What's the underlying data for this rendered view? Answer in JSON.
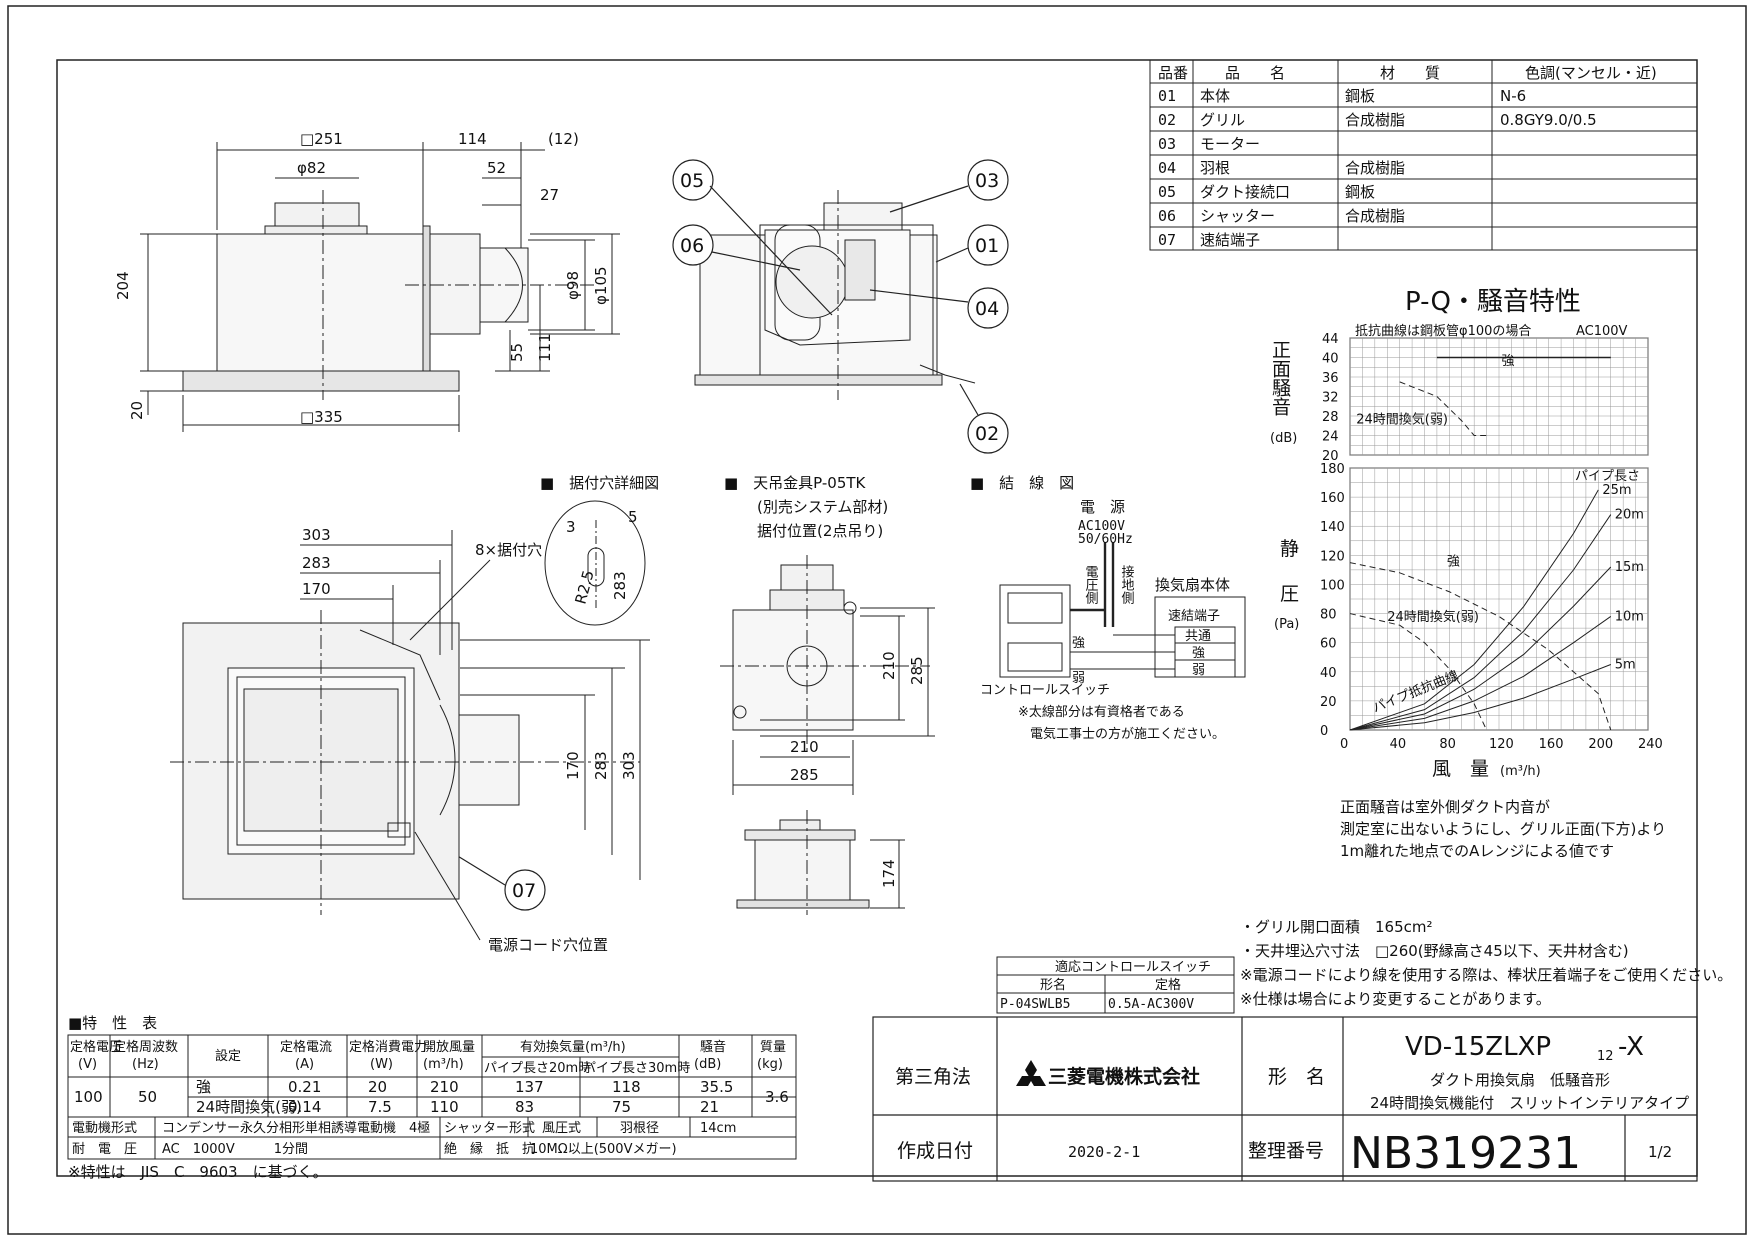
{
  "parts_table": {
    "headers": [
      "品番",
      "品　　名",
      "材　　質",
      "色調(マンセル・近)"
    ],
    "rows": [
      [
        "01",
        "本体",
        "鋼板",
        "N-6"
      ],
      [
        "02",
        "グリル",
        "合成樹脂",
        "0.8GY9.0/0.5"
      ],
      [
        "03",
        "モーター",
        "",
        ""
      ],
      [
        "04",
        "羽根",
        "合成樹脂",
        ""
      ],
      [
        "05",
        "ダクト接続口",
        "鋼板",
        ""
      ],
      [
        "06",
        "シャッター",
        "合成樹脂",
        ""
      ],
      [
        "07",
        "速結端子",
        "",
        ""
      ]
    ]
  },
  "front_view": {
    "dim_251": "□251",
    "dim_114": "114",
    "dim_12": "(12)",
    "dim_phi82": "φ82",
    "dim_52": "52",
    "dim_27": "27",
    "dim_204": "204",
    "dim_phi98": "φ98",
    "dim_phi105": "φ105",
    "dim_55": "55",
    "dim_111": "111",
    "dim_20": "20",
    "dim_335": "□335"
  },
  "callouts": [
    "05",
    "03",
    "06",
    "01",
    "04",
    "02",
    "07"
  ],
  "section_titles": {
    "hole_detail": "■　据付穴詳細図",
    "hanger": "■　天吊金具P-05TK",
    "hanger_sub1": "(別売システム部材)",
    "hanger_sub2": "据付位置(2点吊り)",
    "wiring": "■　結　線　図"
  },
  "bottom_view": {
    "dim_303": "303",
    "dim_283": "283",
    "dim_170": "170",
    "holes": "8×据付穴",
    "cord": "電源コード穴位置",
    "dim_r": "R2.5",
    "dim_3": "3",
    "dim_5": "5"
  },
  "hanger_view": {
    "dim_210": "210",
    "dim_285": "285",
    "dim_174": "174"
  },
  "wiring": {
    "power": "電　源",
    "voltage": "AC100V\n50/60Hz",
    "v1": "AC100V",
    "v2": "50/60Hz",
    "live": "電圧側",
    "ground": "接地側",
    "unit": "換気扇本体",
    "terminal": "速結端子",
    "t1": "共通",
    "t2": "強",
    "t3": "弱",
    "switch": "コントロールスイッチ",
    "strong": "強",
    "weak": "弱",
    "note1": "※太線部分は有資格者である",
    "note2": "電気工事士の方が施工ください。"
  },
  "pq_chart": {
    "title": "P-Q・騒音特性",
    "note": "抵抗曲線は鋼板管φ100の場合",
    "power": "AC100V",
    "noise_label": "正面騒音",
    "noise_unit": "(dB)",
    "static_label_1": "静",
    "static_label_2": "圧",
    "static_unit": "(Pa)",
    "x_label": "風　量",
    "x_unit": "(m³/h)",
    "pipe_length": "パイプ長さ",
    "resist_label": "パイプ抵抗曲線",
    "strong": "強",
    "h24": "24時間換気(弱)"
  },
  "chart_data": [
    {
      "type": "line",
      "title": "",
      "xlabel": "",
      "ylabel": "正面騒音 (dB)",
      "xlim": [
        0,
        240
      ],
      "ylim": [
        20,
        44
      ],
      "y_ticks": [
        20,
        24,
        28,
        32,
        36,
        40,
        44
      ],
      "series": [
        {
          "name": "強",
          "x": [
            70,
            120,
            160,
            200,
            210
          ],
          "y": [
            40,
            40,
            40,
            40,
            40
          ]
        },
        {
          "name": "24時間換気(弱)",
          "x": [
            40,
            70,
            90,
            100,
            110
          ],
          "y": [
            35,
            32,
            27,
            24,
            24
          ]
        }
      ]
    },
    {
      "type": "line",
      "title": "",
      "xlabel": "風量 (m³/h)",
      "ylabel": "静圧 (Pa)",
      "xlim": [
        0,
        240
      ],
      "ylim": [
        0,
        180
      ],
      "x_ticks": [
        0,
        40,
        80,
        120,
        160,
        200,
        240
      ],
      "y_ticks": [
        0,
        20,
        40,
        60,
        80,
        100,
        120,
        140,
        160,
        180
      ],
      "series": [
        {
          "name": "強",
          "x": [
            0,
            40,
            80,
            120,
            160,
            200,
            210
          ],
          "y": [
            115,
            108,
            95,
            78,
            55,
            25,
            0
          ]
        },
        {
          "name": "24時間換気(弱)",
          "x": [
            0,
            40,
            60,
            80,
            100,
            110
          ],
          "y": [
            80,
            72,
            60,
            42,
            18,
            0
          ]
        },
        {
          "name": "25m",
          "x": [
            0,
            60,
            100,
            140,
            180,
            200
          ],
          "y": [
            0,
            18,
            45,
            85,
            135,
            165
          ]
        },
        {
          "name": "20m",
          "x": [
            0,
            60,
            100,
            140,
            180,
            210
          ],
          "y": [
            0,
            14,
            36,
            68,
            110,
            148
          ]
        },
        {
          "name": "15m",
          "x": [
            0,
            60,
            100,
            140,
            180,
            210
          ],
          "y": [
            0,
            11,
            28,
            52,
            85,
            112
          ]
        },
        {
          "name": "10m",
          "x": [
            0,
            60,
            100,
            140,
            180,
            210
          ],
          "y": [
            0,
            8,
            20,
            37,
            60,
            78
          ]
        },
        {
          "name": "5m",
          "x": [
            0,
            60,
            100,
            140,
            180,
            210
          ],
          "y": [
            0,
            5,
            12,
            22,
            35,
            45
          ]
        }
      ]
    }
  ],
  "noise_note": [
    "正面騒音は室外側ダクト内音が",
    "測定室に出ないようにし、グリル正面(下方)より",
    "1m離れた地点でのAレンジによる値です"
  ],
  "spec_notes": [
    "・グリル開口面積　165cm²",
    "・天井埋込穴寸法　□260(野縁高さ45以下、天井材含む)",
    "※電源コードにより線を使用する際は、棒状圧着端子をご使用ください。",
    "※仕様は場合により変更することがあります。"
  ],
  "switch_table": {
    "title": "適応コントロールスイッチ",
    "h1": "形名",
    "h2": "定格",
    "v1": "P-04SWLB5",
    "v2": "0.5A-AC300V"
  },
  "char_table": {
    "title": "■特　性　表",
    "headers": [
      "定格電圧\n(V)",
      "定格周波数\n(Hz)",
      "設定",
      "定格電流\n(A)",
      "定格消費電力\n(W)",
      "開放風量\n(m³/h)",
      "有効換気量(m³/h)",
      "騒音\n(dB)",
      "質量\n(kg)"
    ],
    "h_voltage_1": "定格電圧",
    "h_voltage_2": "(V)",
    "h_freq_1": "定格周波数",
    "h_freq_2": "(Hz)",
    "h_set": "設定",
    "h_curr_1": "定格電流",
    "h_curr_2": "(A)",
    "h_pow_1": "定格消費電力",
    "h_pow_2": "(W)",
    "h_air_1": "開放風量",
    "h_air_2": "(m³/h)",
    "h_eff": "有効換気量(m³/h)",
    "h_eff_20": "パイプ長さ20m時",
    "h_eff_30": "パイプ長さ30m時",
    "h_noise_1": "騒音",
    "h_noise_2": "(dB)",
    "h_mass_1": "質量",
    "h_mass_2": "(kg)",
    "voltage": "100",
    "freq": "50",
    "mass": "3.6",
    "rows": [
      {
        "set": "強",
        "current": "0.21",
        "power": "20",
        "air": "210",
        "eff20": "137",
        "eff30": "118",
        "noise": "35.5"
      },
      {
        "set": "24時間換気(弱)",
        "current": "0.14",
        "power": "7.5",
        "air": "110",
        "eff20": "83",
        "eff30": "75",
        "noise": "21"
      }
    ],
    "motor_label": "電動機形式",
    "motor": "コンデンサー永久分相形単相誘導電動機　4極",
    "shutter_label": "シャッター形式",
    "shutter": "風圧式",
    "fan_label": "羽根径",
    "fan": "14cm",
    "withstand_label": "耐　電　圧",
    "withstand": "AC　1000V　　　1分間",
    "insul_label": "絶　縁　抵　抗",
    "insul": "10MΩ以上(500Vメガー)",
    "footnote": "※特性は　JIS　C　9603　に基づく。"
  },
  "title_block": {
    "projection": "第三角法",
    "company": "三菱電機株式会社",
    "model_label": "形　名",
    "model": "VD-15ZLXP",
    "model_sub": "12",
    "model_suffix": "-X",
    "desc1": "ダクト用換気扇　低騒音形",
    "desc2": "24時間換気機能付　スリットインテリアタイプ",
    "date_label": "作成日付",
    "date": "2020-2-1",
    "number_label": "整理番号",
    "number": "NB319231",
    "page": "1/2"
  }
}
